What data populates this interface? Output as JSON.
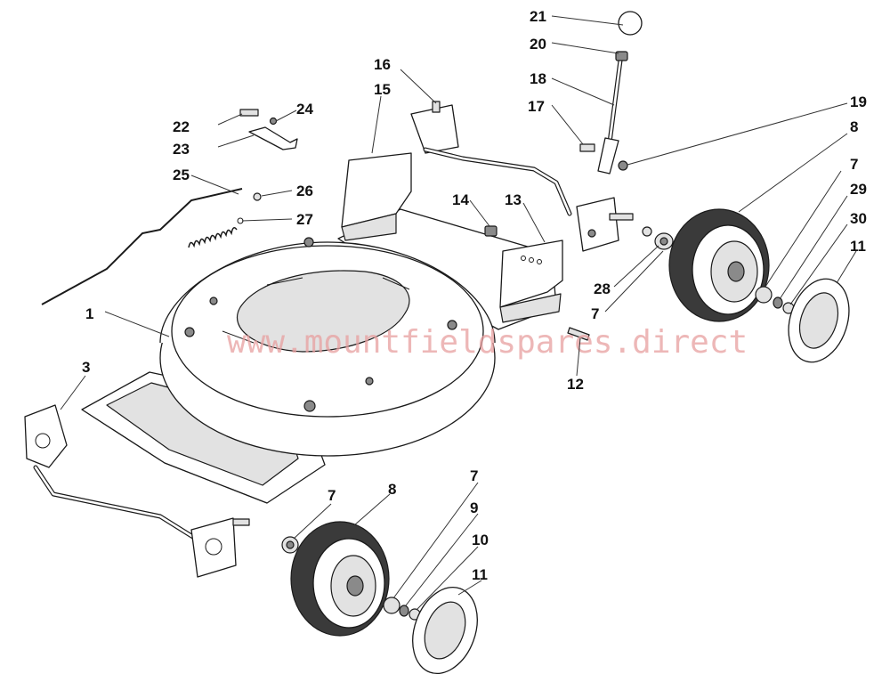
{
  "watermark": "www.mountfieldspares.direct",
  "labels": {
    "l1": "1",
    "l3": "3",
    "l7a": "7",
    "l7b": "7",
    "l7c": "7",
    "l7d": "7",
    "l8a": "8",
    "l8b": "8",
    "l9": "9",
    "l10": "10",
    "l11a": "11",
    "l11b": "11",
    "l12": "12",
    "l13": "13",
    "l14": "14",
    "l15": "15",
    "l16": "16",
    "l17": "17",
    "l18": "18",
    "l19": "19",
    "l20": "20",
    "l21": "21",
    "l22": "22",
    "l23": "23",
    "l24": "24",
    "l25": "25",
    "l26": "26",
    "l27": "27",
    "l28": "28",
    "l29": "29",
    "l30": "30"
  }
}
